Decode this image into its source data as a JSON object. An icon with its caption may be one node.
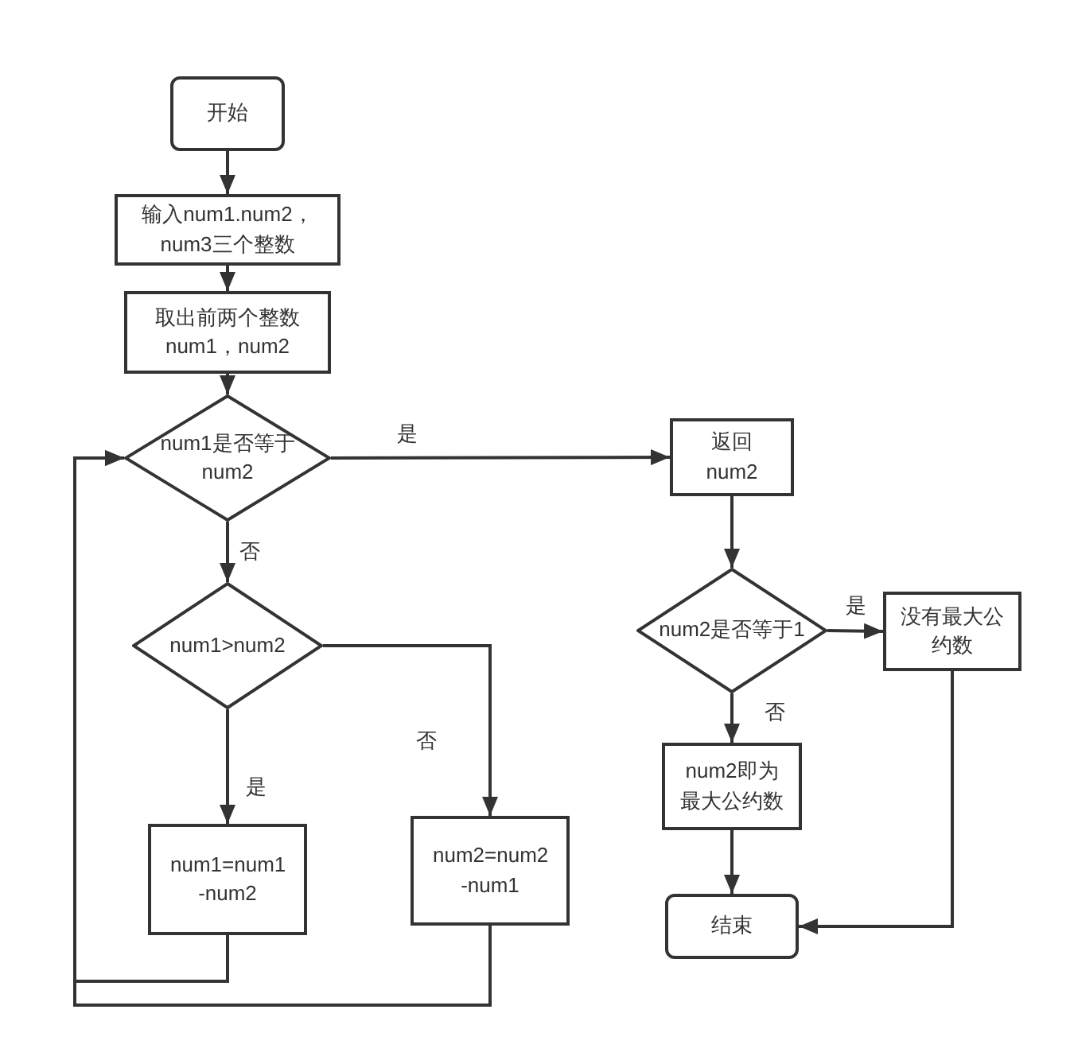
{
  "diagram": {
    "nodes": [
      {
        "text": [
          "开始"
        ]
      },
      {
        "text": [
          "输入num1.num2， num3三个整数"
        ]
      },
      {
        "text": [
          "取出前两个整数 num1，num2"
        ]
      },
      {
        "text": [
          "num1是否等于 num2"
        ]
      },
      {
        "text": [
          "num1>num2"
        ]
      },
      {
        "text": [
          "num1=num1 -num2"
        ]
      },
      {
        "text": [
          "num2=num2 -num1"
        ]
      },
      {
        "text": [
          "返回 num2"
        ]
      },
      {
        "text": [
          "num2是否等于1"
        ]
      },
      {
        "text": [
          "没有最大公约数"
        ]
      },
      {
        "text": [
          "num2即为最大公约数"
        ]
      },
      {
        "text": [
          "结束"
        ]
      }
    ],
    "edges": [
      {
        "from": 0,
        "to": 1,
        "arrow": "to"
      },
      {
        "from": 1,
        "to": 2,
        "arrow": "to"
      },
      {
        "from": 2,
        "to": 3,
        "arrow": "to"
      },
      {
        "from": 3,
        "to": 7,
        "arrow": "to",
        "label": "是"
      },
      {
        "from": 3,
        "to": 4,
        "arrow": "to",
        "label": "否"
      },
      {
        "from": 4,
        "to": 5,
        "arrow": "to",
        "label": "是"
      },
      {
        "from": 4,
        "to": 6,
        "arrow": "to",
        "label": "否"
      },
      {
        "from": 5,
        "to": 3,
        "arrow": "to"
      },
      {
        "from": 6,
        "to": 3,
        "arrow": "to"
      },
      {
        "from": 7,
        "to": 8,
        "arrow": "to"
      },
      {
        "from": 8,
        "to": 9,
        "arrow": "to",
        "label": "是"
      },
      {
        "from": 8,
        "to": 10,
        "arrow": "to",
        "label": "否"
      },
      {
        "from": 10,
        "to": 11,
        "arrow": "to"
      },
      {
        "from": 9,
        "to": 11,
        "arrow": "to"
      }
    ]
  }
}
